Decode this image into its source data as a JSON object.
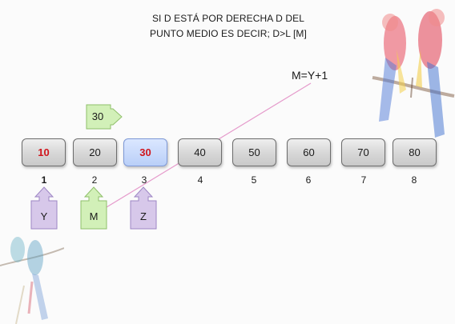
{
  "title": {
    "line1": "SI D ESTÁ POR DERECHA D DEL",
    "line2": "PUNTO MEDIO ES DECIR; D>L [M]"
  },
  "formula": "M=Y+1",
  "array": {
    "values": [
      "10",
      "20",
      "30",
      "40",
      "50",
      "60",
      "70",
      "80"
    ],
    "indices": [
      "1",
      "2",
      "3",
      "4",
      "5",
      "6",
      "7",
      "8"
    ]
  },
  "pointers": {
    "top": "30",
    "y": "Y",
    "m": "M",
    "z": "Z"
  },
  "colors": {
    "highlight_text": "#d0151c",
    "cell_blue": "#b9cff8",
    "pointer_green": "#d2f0b8",
    "pointer_purple": "#d7c8ea",
    "connector": "#e59acb"
  }
}
